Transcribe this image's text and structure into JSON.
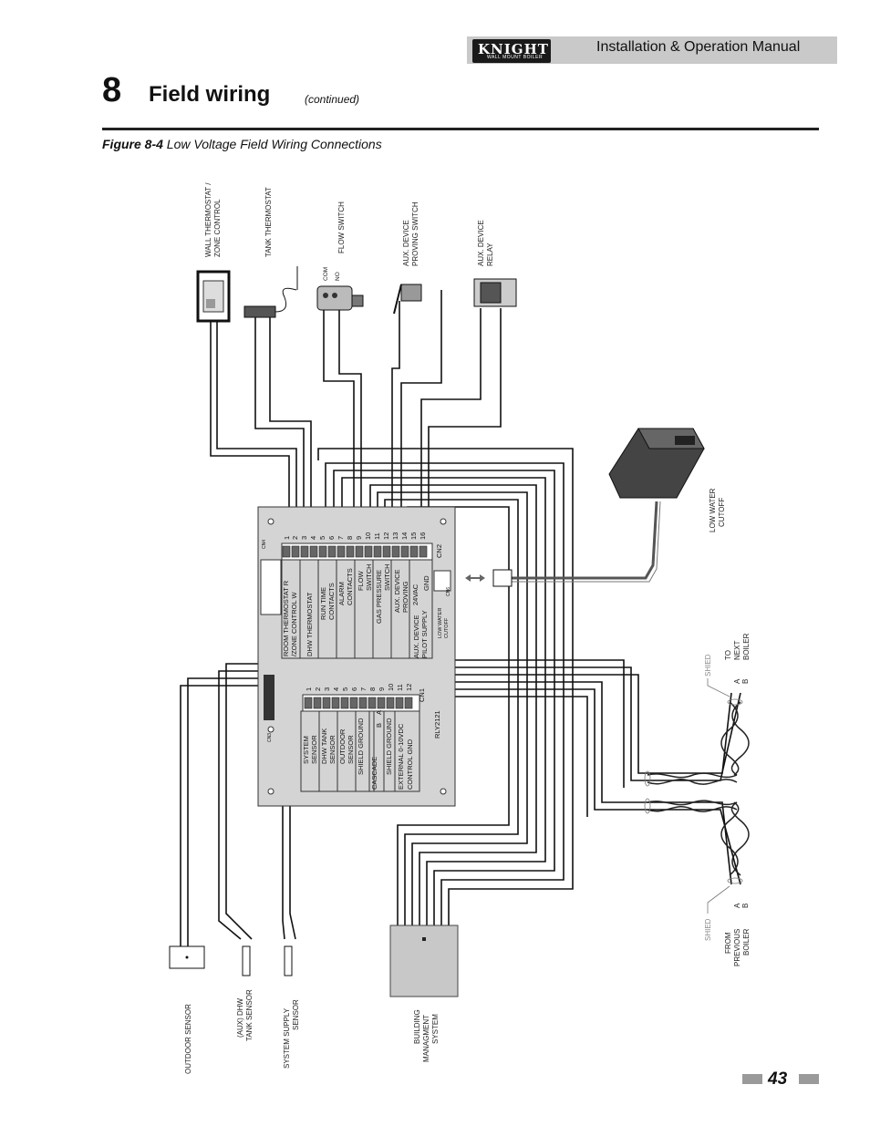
{
  "header": {
    "logo_text": "KNIGHT",
    "logo_tagline": "WALL MOUNT BOILER",
    "title": "Installation & Operation Manual"
  },
  "section": {
    "number": "8",
    "title": "Field wiring",
    "continued": "(continued)"
  },
  "figure": {
    "label": "Figure 8-4",
    "caption": "Low Voltage Field Wiring Connections"
  },
  "devices": {
    "wall_thermostat": [
      "WALL THERMOSTAT /",
      "ZONE CONTROL"
    ],
    "tank_thermostat": "TANK THERMOSTAT",
    "flow_switch": "FLOW SWITCH",
    "flow_com": "COM",
    "flow_no": "NO",
    "aux_proving": [
      "AUX. DEVICE",
      "PROVING SWITCH"
    ],
    "aux_relay": [
      "AUX. DEVICE",
      "RELAY"
    ],
    "low_water_cutoff": [
      "LOW WATER",
      "CUTOFF"
    ],
    "outdoor_sensor": "OUTDOOR SENSOR",
    "dhw_sensor": [
      "(AUX) DHW",
      "TANK SENSOR"
    ],
    "supply_sensor": [
      "SYSTEM SUPPLY",
      "SENSOR"
    ],
    "bms": [
      "BUILDING",
      "MANAGMENT",
      "SYSTEM"
    ],
    "to_next": [
      "TO",
      "NEXT",
      "BOILER"
    ],
    "from_prev": [
      "FROM",
      "PREVIOUS",
      "BOILER"
    ],
    "shield": "SHIED",
    "a": "A",
    "b": "B"
  },
  "board": {
    "cn2": "CN2",
    "cn1": "CN1",
    "cn4": "CN4",
    "cn3": "CN3",
    "cn6": "CN6",
    "rly": "RLY2121",
    "cn2_pins": [
      "1",
      "2",
      "3",
      "4",
      "5",
      "6",
      "7",
      "8",
      "9",
      "10",
      "11",
      "12",
      "13",
      "14",
      "15",
      "16"
    ],
    "cn2_labels": [
      [
        "ROOM THERMOSTAT   R",
        "/ZONE CONTROL      W"
      ],
      [
        "DHW THERMOSTAT"
      ],
      [
        "RUN TIME",
        "CONTACTS"
      ],
      [
        "ALARM",
        "CONTACTS"
      ],
      [
        "FLOW",
        "SWITCH"
      ],
      [
        "GAS PRESSURE",
        "SWITCH"
      ],
      [
        "AUX. DEVICE",
        "PROVING"
      ],
      [
        "24VAC",
        "GND"
      ],
      [
        "AUX. DEVICE",
        "PILOT SUPPLY"
      ]
    ],
    "lwco_label": [
      "LOW WATER",
      "CUTOFF"
    ],
    "cn1_pins": [
      "1",
      "2",
      "3",
      "4",
      "5",
      "6",
      "7",
      "8",
      "9",
      "10",
      "11",
      "12"
    ],
    "cn1_labels": [
      [
        "SYSTEM",
        "SENSOR"
      ],
      [
        "DHW TANK",
        "SENSOR"
      ],
      [
        "OUTDOOR",
        "SENSOR"
      ],
      [
        "SHIELD GROUND"
      ],
      [
        "CASCADE",
        "A",
        "B"
      ],
      [
        "SHIELD GROUND"
      ],
      [
        "EXTERNAL   0-10VDC",
        "CONTROL    GND"
      ]
    ]
  },
  "page_number": "43"
}
